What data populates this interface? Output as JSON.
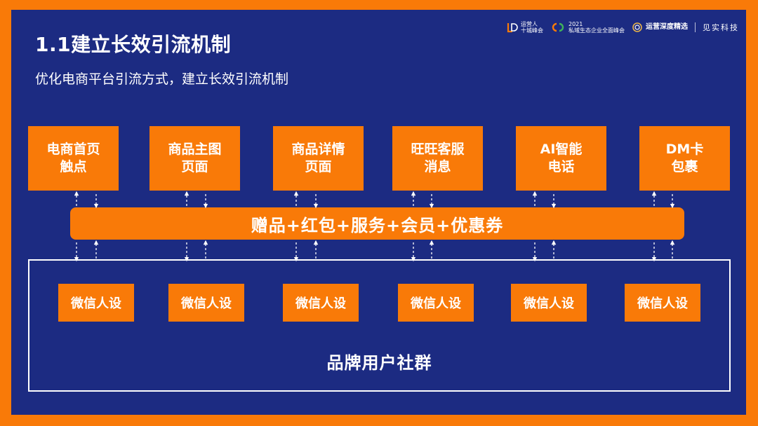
{
  "title": "1.1建立长效引流机制",
  "subtitle": "优化电商平台引流方式，建立长效引流机制",
  "logos": [
    {
      "icon": "ld-logo-icon",
      "text": "运营人\n十城峰会"
    },
    {
      "icon": "cd-logo-icon",
      "text": "2021\n私域生态企业全面峰会"
    },
    {
      "icon": "ring-logo-icon",
      "text": "运营深度精选",
      "big": true
    }
  ],
  "brand": "见实科技",
  "channels": [
    {
      "label": "电商首页\n触点"
    },
    {
      "label": "商品主图\n页面"
    },
    {
      "label": "商品详情\n页面"
    },
    {
      "label": "旺旺客服\n消息"
    },
    {
      "label": "AI智能\n电话"
    },
    {
      "label": "DM卡\n包裹"
    }
  ],
  "incentive_bar": "赠品+红包+服务+会员+优惠券",
  "personas": [
    "微信人设",
    "微信人设",
    "微信人设",
    "微信人设",
    "微信人设",
    "微信人设"
  ],
  "community_label": "品牌用户社群",
  "colors": {
    "background": "#1c2b82",
    "accent": "#f97a08",
    "text": "#ffffff"
  }
}
